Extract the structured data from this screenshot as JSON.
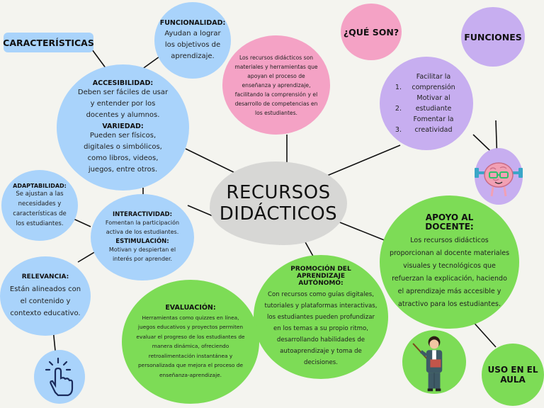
{
  "center": {
    "title_line1": "RECURSOS",
    "title_line2": "DIDÁCTICOS"
  },
  "caracteristicas": {
    "label": "CARACTERÍSTICAS"
  },
  "funcionalidad": {
    "heading": "FUNCIONALIDAD:",
    "text": "Ayudan a lograr los objetivos de aprendizaje."
  },
  "accesibilidad": {
    "heading": "ACCESIBILIDAD:",
    "text": "Deben ser fáciles de usar y entender por los docentes y alumnos."
  },
  "variedad": {
    "heading": "VARIEDAD:",
    "text": "Pueden ser físicos, digitales o simbólicos, como libros, videos, juegos, entre otros."
  },
  "adaptabilidad": {
    "heading": "ADAPTABILIDAD:",
    "text": "Se ajustan a las necesidades y características de los estudiantes."
  },
  "interactividad": {
    "heading": "INTERACTIVIDAD:",
    "text": "Fomentan la participación activa de los estudiantes."
  },
  "estimulacion": {
    "heading": "ESTIMULACIÓN:",
    "text": "Motivan y despiertan el interés por aprender."
  },
  "relevancia": {
    "heading": "RELEVANCIA:",
    "text": "Están alineados con el contenido y contexto educativo."
  },
  "evaluacion": {
    "heading": "EVALUACIÓN:",
    "text": "Herramientas como quizzes en línea, juegos educativos y proyectos permiten evaluar el progreso de los estudiantes de manera dinámica, ofreciendo retroalimentación instantánea y personalizada que mejora el proceso de enseñanza-aprendizaje."
  },
  "promocion": {
    "heading": "PROMOCIÓN DEL APRENDIZAJE AUTÓNOMO:",
    "text": "Con recursos como guías digitales, tutoriales y plataformas interactivas, los estudiantes pueden profundizar en los temas a su propio ritmo, desarrollando habilidades de autoaprendizaje y toma de decisiones."
  },
  "que_son": {
    "label": "¿QUÉ SON?",
    "text": "Los recursos didácticos son materiales y herramientas que apoyan el proceso de enseñanza y aprendizaje, facilitando la comprensión y el desarrollo de competencias en los estudiantes."
  },
  "funciones": {
    "label": "FUNCIONES",
    "items": [
      "Facilitar la comprensión",
      "Motivar al estudiante",
      "Fomentar la creatividad"
    ]
  },
  "apoyo": {
    "heading": "APOYO AL DOCENTE:",
    "text": "Los recursos didácticos proporcionan al docente materiales visuales y tecnológicos que refuerzan la explicación, haciendo el aprendizaje más accesible y atractivo para los estudiantes."
  },
  "uso_aula": {
    "label": "USO EN EL AULA"
  },
  "colors": {
    "blue": "#a9d3fb",
    "green": "#7ddc56",
    "pink": "#f4a2c5",
    "purple": "#c7aef0",
    "gray": "#d7d7d5"
  },
  "icons": [
    "brain-icon",
    "hand-touch-icon",
    "teacher-icon"
  ]
}
